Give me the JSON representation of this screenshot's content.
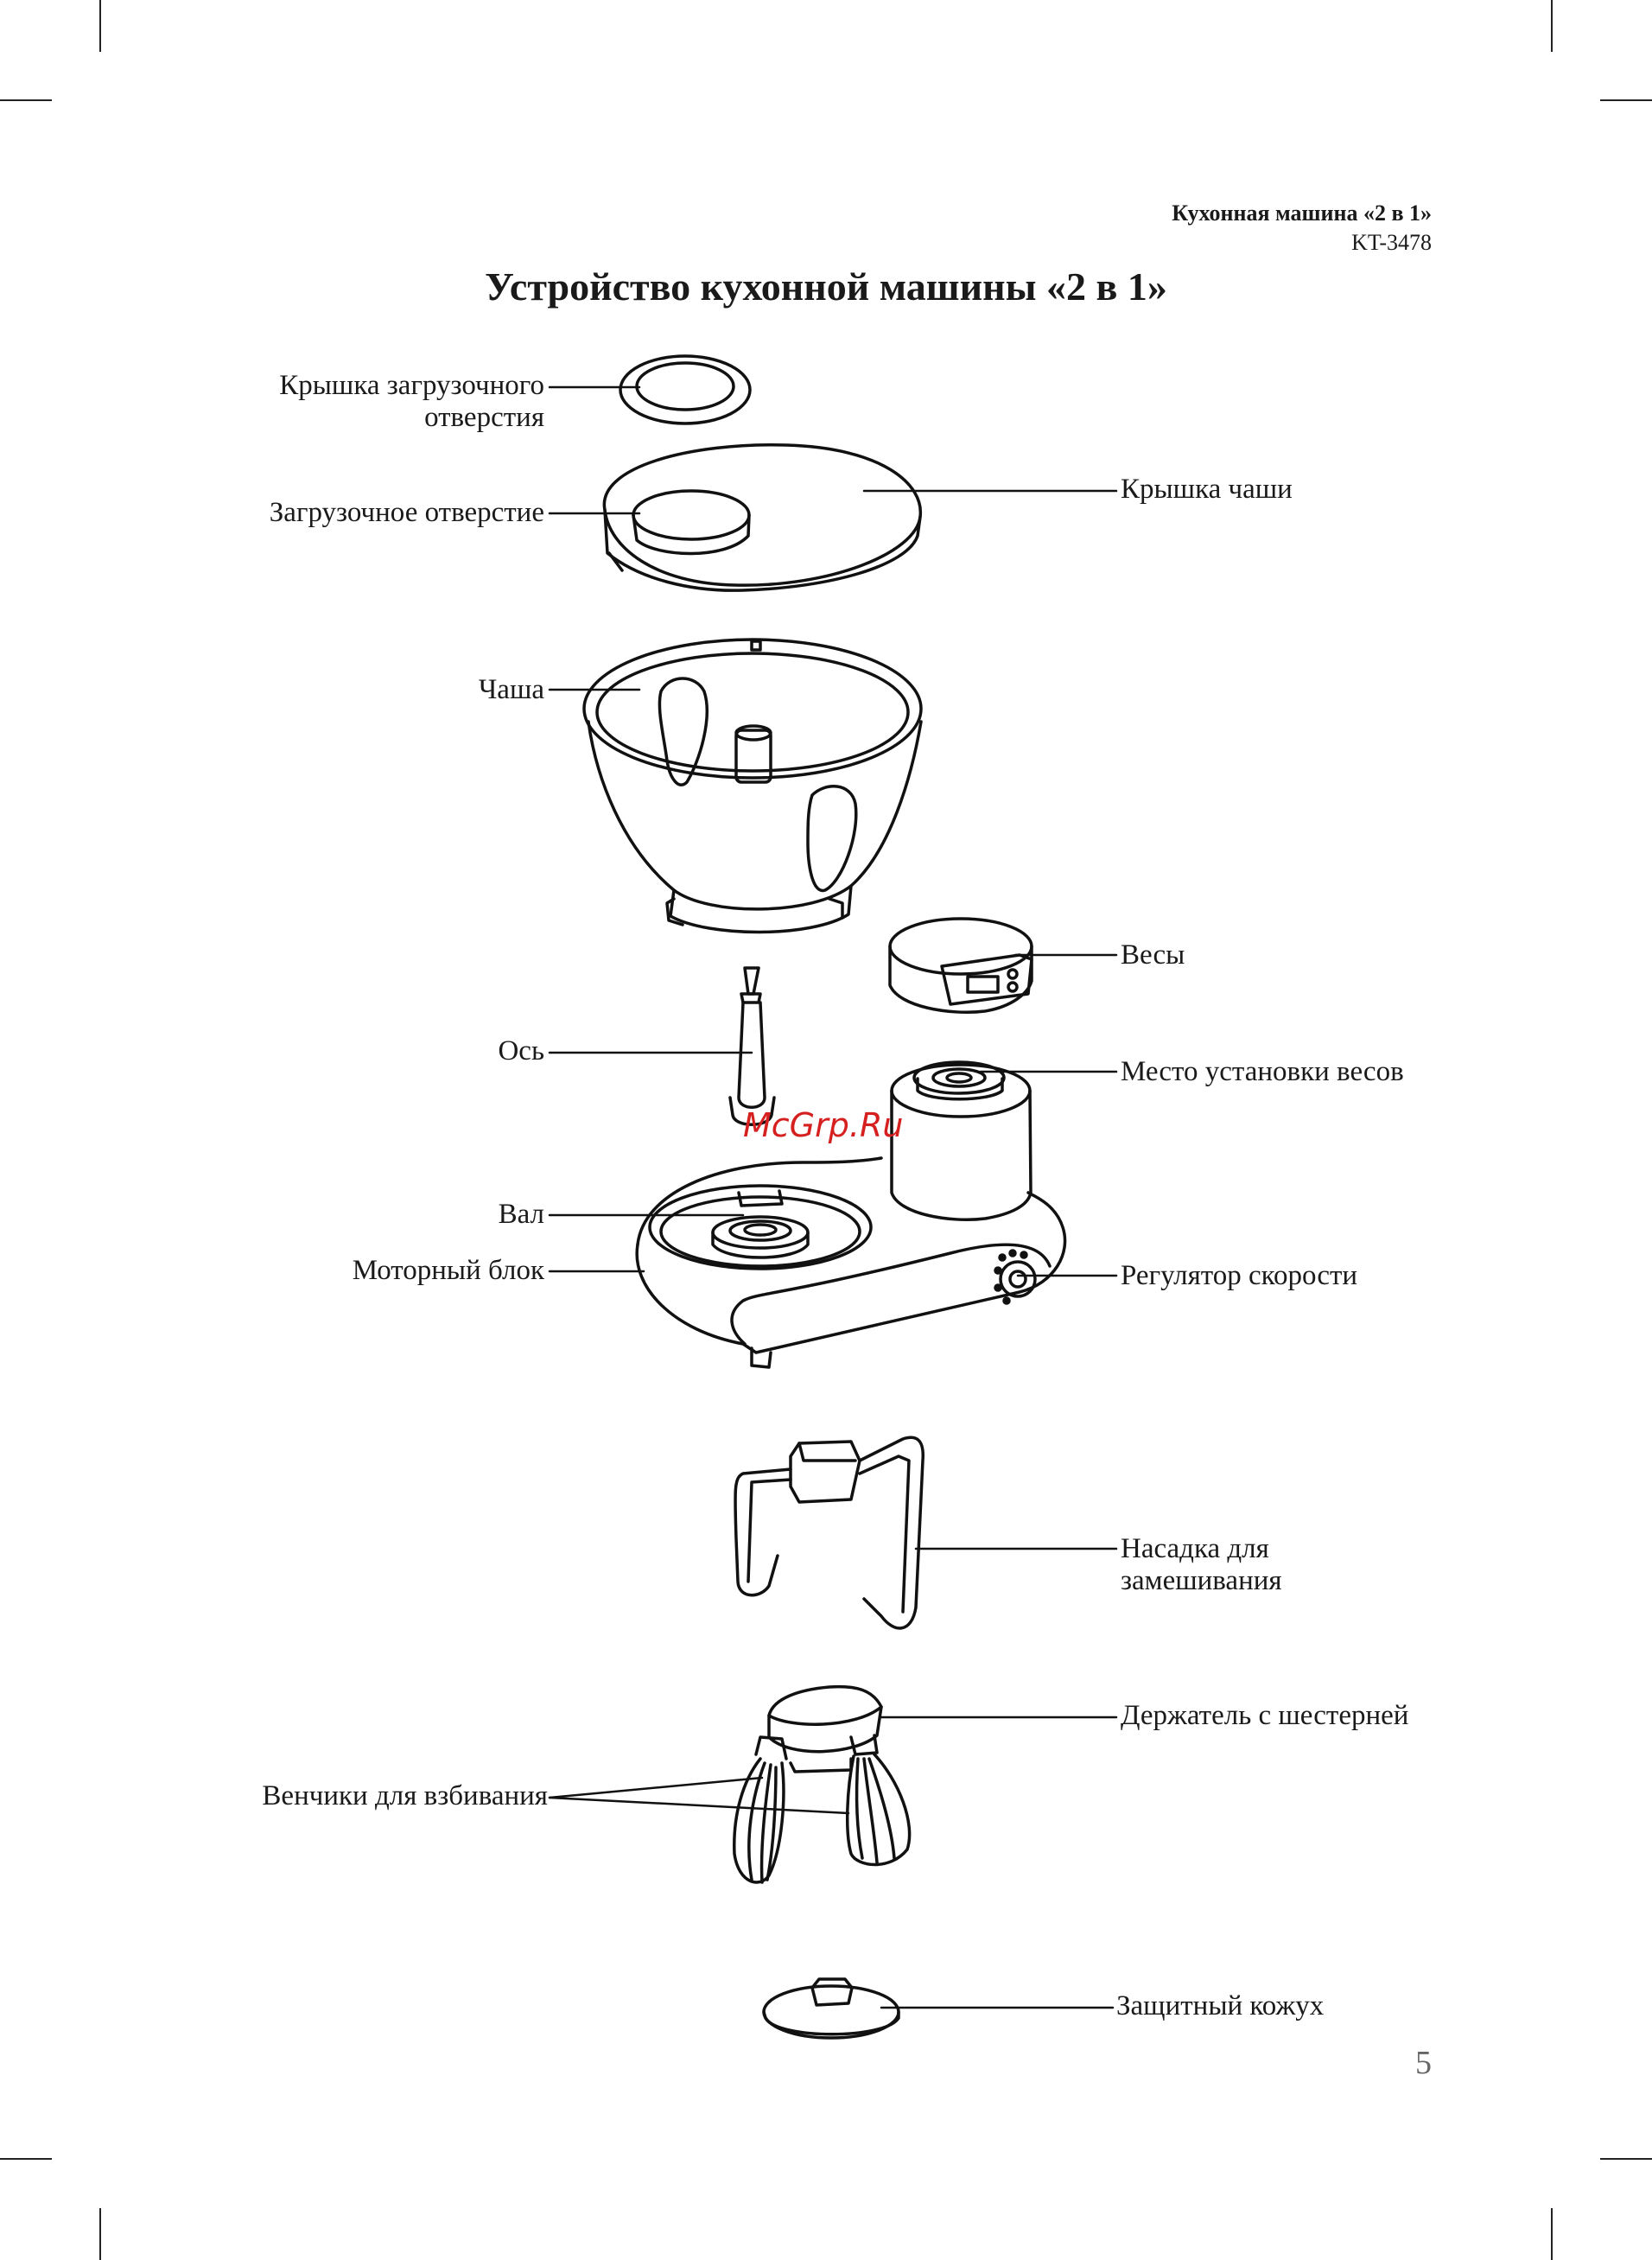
{
  "header": {
    "product": "Кухонная машина «2 в 1»",
    "model": "KT-3478"
  },
  "title": "Устройство кухонной машины «2 в 1»",
  "labels": {
    "feed_cap_line1": "Крышка загрузочного",
    "feed_cap_line2": "отверстия",
    "feed_opening": "Загрузочное отверстие",
    "bowl_lid": "Крышка чаши",
    "bowl": "Чаша",
    "scales": "Весы",
    "axis": "Ось",
    "scales_mount": "Место установки весов",
    "shaft": "Вал",
    "motor_unit": "Моторный блок",
    "speed_control": "Регулятор скорости",
    "kneading_line1": "Насадка для",
    "kneading_line2": "замешивания",
    "gear_holder": "Держатель с шестерней",
    "whisks": "Венчики для взбивания",
    "guard": "Защитный кожух"
  },
  "watermark": "McGrp.Ru",
  "page_number": "5"
}
